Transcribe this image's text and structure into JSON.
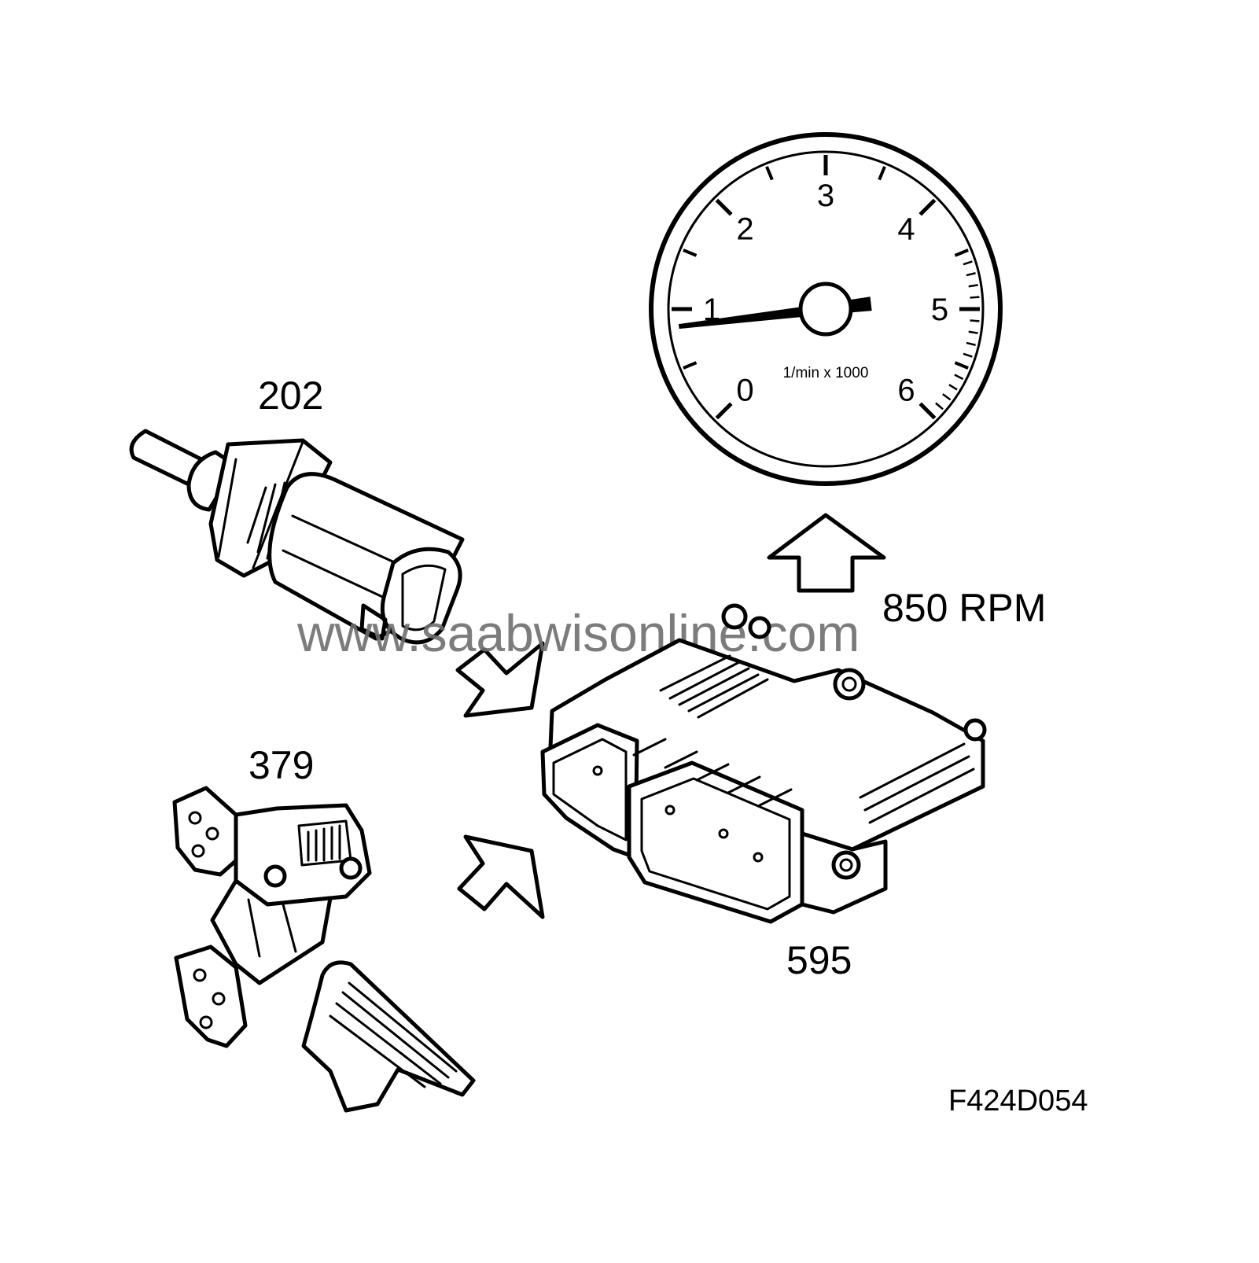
{
  "labels": {
    "coolant_sensor": "202",
    "pedal_sensor": "379",
    "control_module": "595",
    "rpm_value": "850 RPM",
    "figure_code": "F424D054"
  },
  "tachometer": {
    "unit": "1/min x 1000",
    "scale": [
      "0",
      "1",
      "2",
      "3",
      "4",
      "5",
      "6"
    ],
    "needle_value": 0.85
  },
  "watermark": "www.saabwisonline.com"
}
